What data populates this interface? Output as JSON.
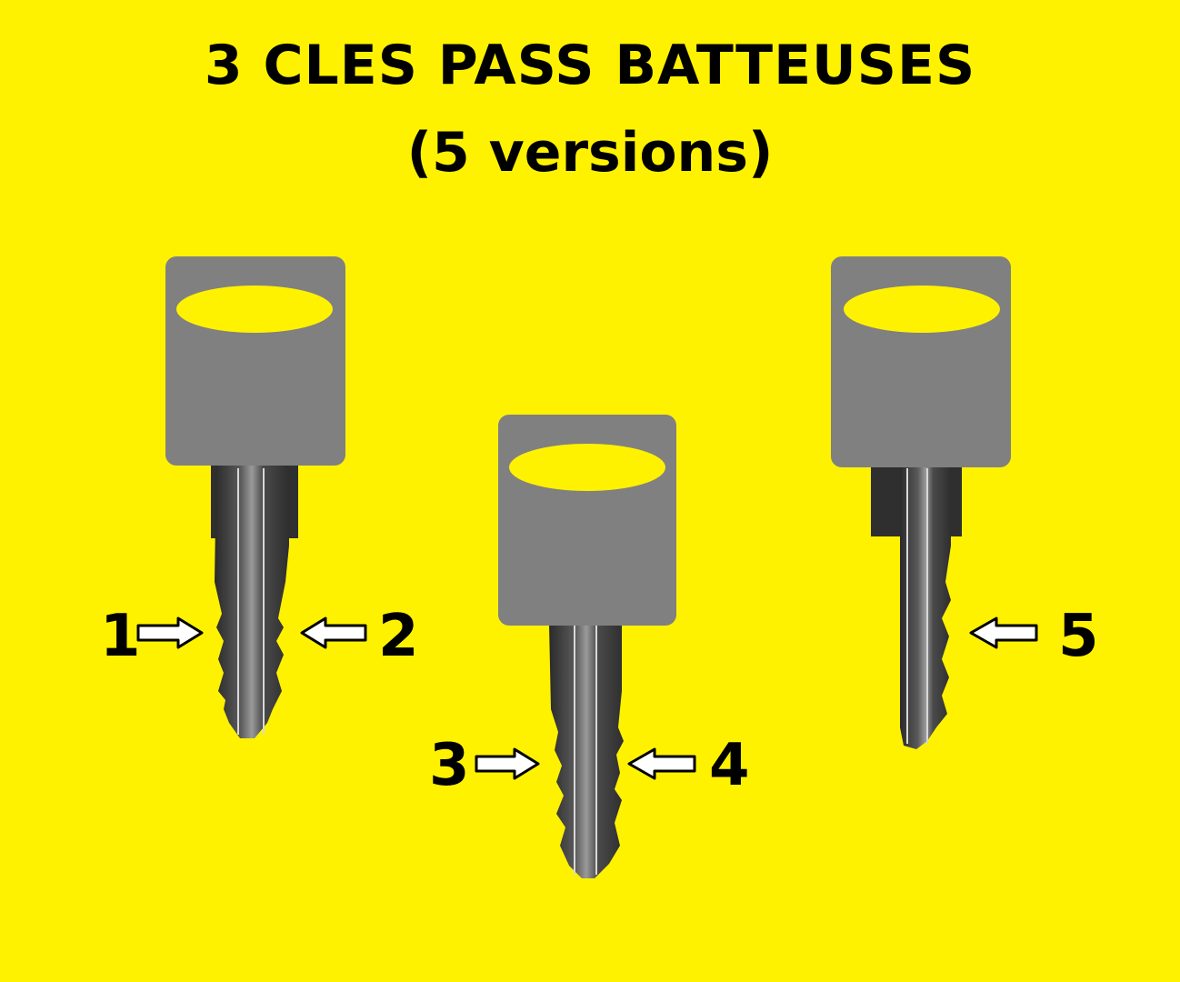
{
  "title": {
    "line1": "3 CLES PASS BATTEUSES",
    "line2": "(5 versions)"
  },
  "keys": [
    {
      "name": "left-key"
    },
    {
      "name": "center-key"
    },
    {
      "name": "right-key"
    }
  ],
  "callouts": [
    {
      "label": "1",
      "arrow": "right-arrow-icon"
    },
    {
      "label": "2",
      "arrow": "left-arrow-icon"
    },
    {
      "label": "3",
      "arrow": "right-arrow-icon"
    },
    {
      "label": "4",
      "arrow": "left-arrow-icon"
    },
    {
      "label": "5",
      "arrow": "left-arrow-icon"
    }
  ],
  "colors": {
    "background": "#fff200",
    "key_head": "#808080",
    "key_blade": "#3a3a3a",
    "highlight": "#fff200",
    "arrow_fill": "#ffffff",
    "text": "#000000"
  }
}
